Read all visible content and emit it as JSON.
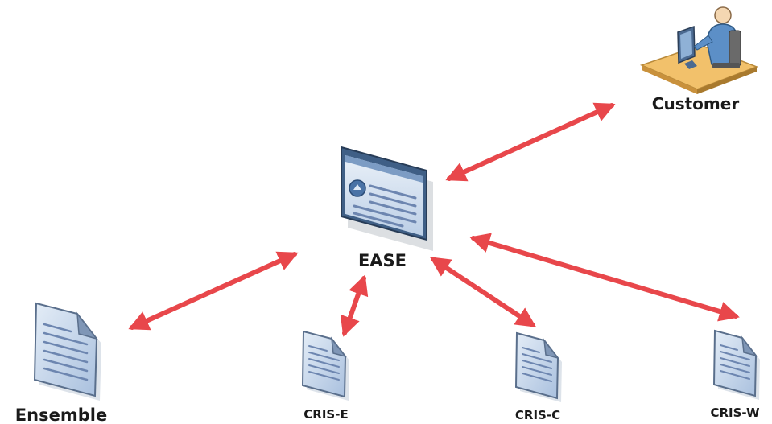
{
  "colors": {
    "background": "#ffffff",
    "arrow": "#e8474b",
    "document_fill": "#c9d9ec",
    "document_stroke": "#5a6f8c",
    "document_lines": "#6d86b0",
    "label": "#1a1a1a"
  },
  "nodes": {
    "customer": {
      "label": "Customer",
      "icon": "person-at-computer-icon"
    },
    "ease": {
      "label": "EASE",
      "icon": "web-application-window-icon"
    },
    "ensemble": {
      "label": "Ensemble",
      "icon": "document-icon"
    },
    "cris_e": {
      "label": "CRIS-E",
      "icon": "document-icon"
    },
    "cris_c": {
      "label": "CRIS-C",
      "icon": "document-icon"
    },
    "cris_w": {
      "label": "CRIS-W",
      "icon": "document-icon"
    }
  },
  "connections": [
    {
      "from": "EASE",
      "to": "Customer",
      "direction": "bidirectional"
    },
    {
      "from": "EASE",
      "to": "Ensemble",
      "direction": "bidirectional"
    },
    {
      "from": "EASE",
      "to": "CRIS-E",
      "direction": "bidirectional"
    },
    {
      "from": "EASE",
      "to": "CRIS-C",
      "direction": "bidirectional"
    },
    {
      "from": "EASE",
      "to": "CRIS-W",
      "direction": "bidirectional"
    }
  ]
}
